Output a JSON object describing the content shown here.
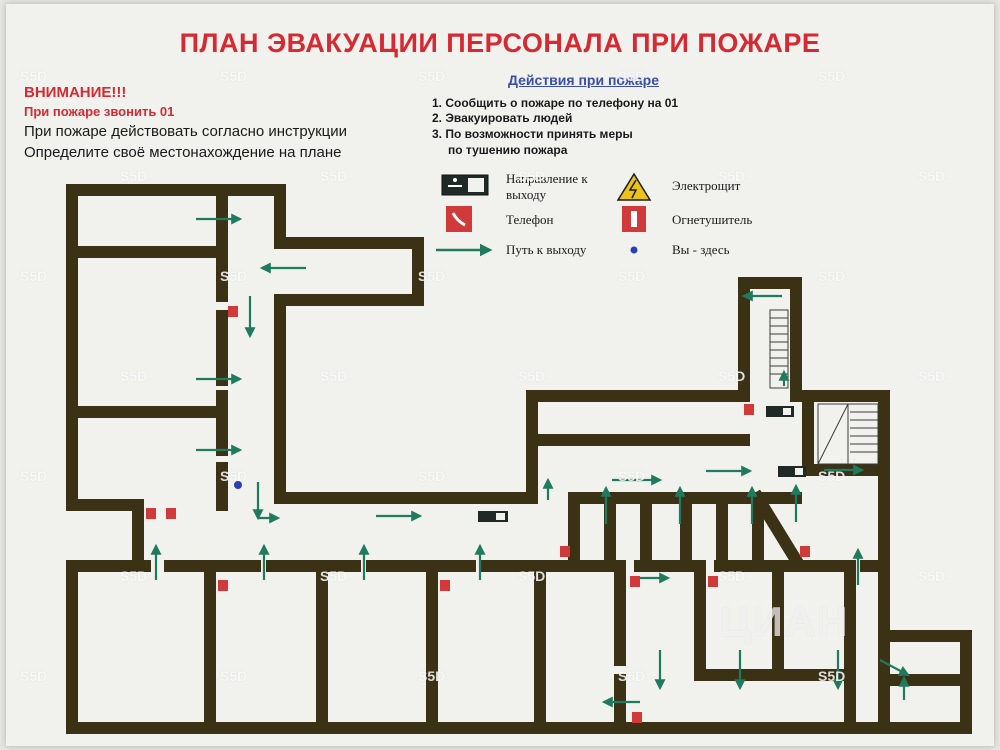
{
  "title": "ПЛАН ЭВАКУАЦИИ ПЕРСОНАЛА ПРИ ПОЖАРЕ",
  "warning": {
    "heading": "ВНИМАНИЕ!!!",
    "call": "При пожаре звонить 01",
    "line1": "При пожаре действовать согласно инструкции",
    "line2": "Определите своё местонахождение на плане"
  },
  "actions": {
    "title": "Действия при пожаре",
    "items": [
      "1. Сообщить о пожаре по телефону на 01",
      "2. Эвакуировать людей",
      "3. По возможности принять меры",
      "по тушению пожара"
    ]
  },
  "legend": {
    "exit_direction": "Направление к выходу",
    "exit_direction_l1": "Направление к",
    "exit_direction_l2": "выходу",
    "phone": "Телефон",
    "exit_path": "Путь к выходу",
    "panel": "Электрощит",
    "extinguisher": "Огнетушитель",
    "you_here": "Вы - здесь"
  },
  "watermark": {
    "text": "S5D",
    "brand": "ЦИАН"
  },
  "colors": {
    "title": "#d62a33",
    "wall": "#e9c21a",
    "wall_edge": "#3b3216",
    "arrow": "#1f7a5e",
    "sign_red": "#d13a3a",
    "you_here": "#2c3fb0",
    "actions_title": "#3a4fa8"
  }
}
